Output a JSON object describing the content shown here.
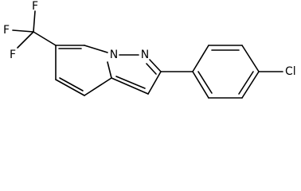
{
  "atoms": {
    "f_top": "F",
    "f_left": "F",
    "f_bottom": "F",
    "ring_n_left": "N",
    "ring_n_right": "N",
    "chlorine": "Cl"
  },
  "colors": {
    "bond": "#000000",
    "background": "#ffffff"
  }
}
